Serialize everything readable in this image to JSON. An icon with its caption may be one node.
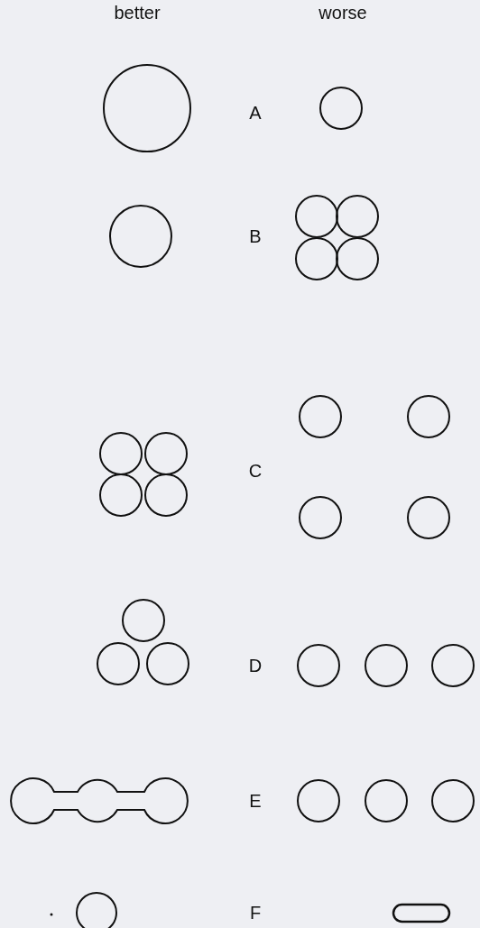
{
  "diagram": {
    "labels": [
      "better",
      "worse",
      "A",
      "B",
      "C",
      "D",
      "E",
      "F"
    ]
  }
}
